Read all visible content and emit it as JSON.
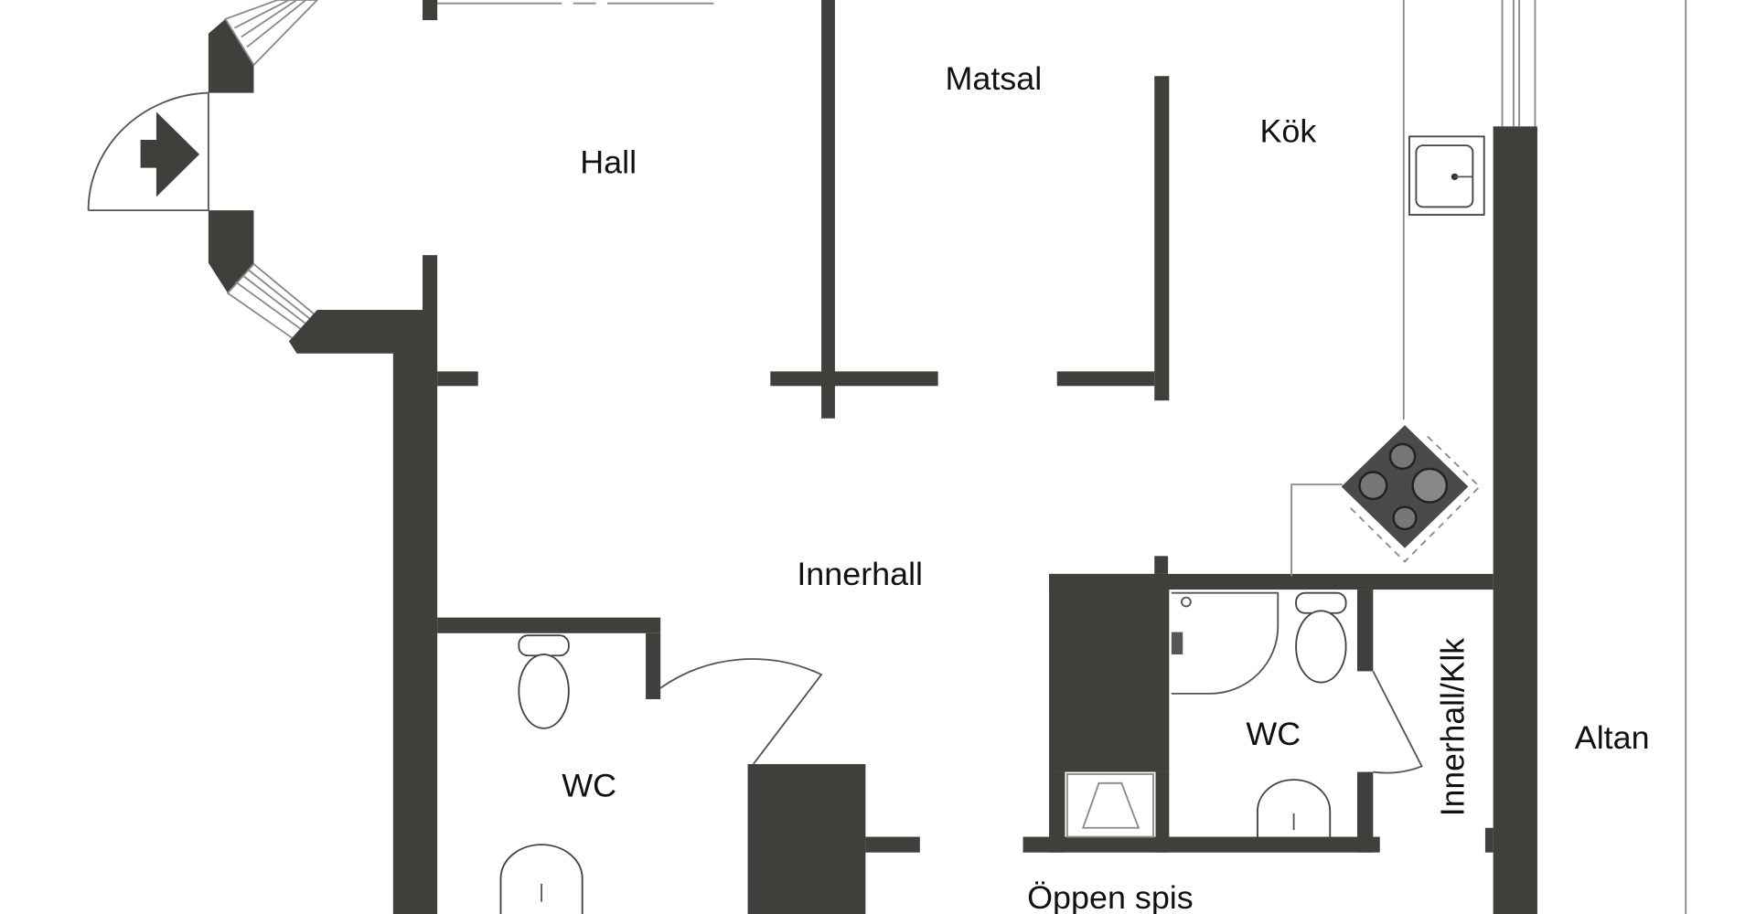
{
  "floorplan": {
    "rooms": {
      "hall": "Hall",
      "matsal": "Matsal",
      "kok": "Kök",
      "innerhall": "Innerhall",
      "wc_left": "WC",
      "wc_right": "WC",
      "innerhall_klk": "Innerhall/Klk",
      "altan": "Altan",
      "oppen_spis": "Öppen spis"
    },
    "colors": {
      "wall": "#3f403b",
      "background": "#ffffff"
    }
  }
}
